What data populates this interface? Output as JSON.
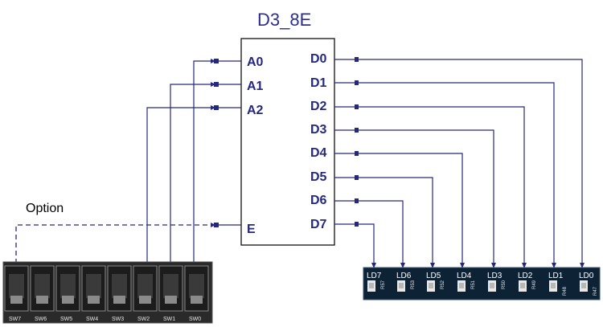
{
  "chip": {
    "title": "D3_8E",
    "inputs": [
      "A0",
      "A1",
      "A2"
    ],
    "enable": "E",
    "outputs": [
      "D0",
      "D1",
      "D2",
      "D3",
      "D4",
      "D5",
      "D6",
      "D7"
    ]
  },
  "option_label": "Option",
  "switches": [
    "SW7",
    "SW6",
    "SW5",
    "SW4",
    "SW3",
    "SW2",
    "SW1",
    "SW0"
  ],
  "leds": [
    "LD7",
    "LD6",
    "LD5",
    "LD4",
    "LD3",
    "LD2",
    "LD1",
    "LD0"
  ],
  "resistors": [
    "R57",
    "R53",
    "R52",
    "R51",
    "R50",
    "R49",
    "R48",
    "R47"
  ],
  "colors": {
    "wire": "#24287e",
    "switch_board": "#2a2a2a",
    "led_board": "#0e2236"
  }
}
